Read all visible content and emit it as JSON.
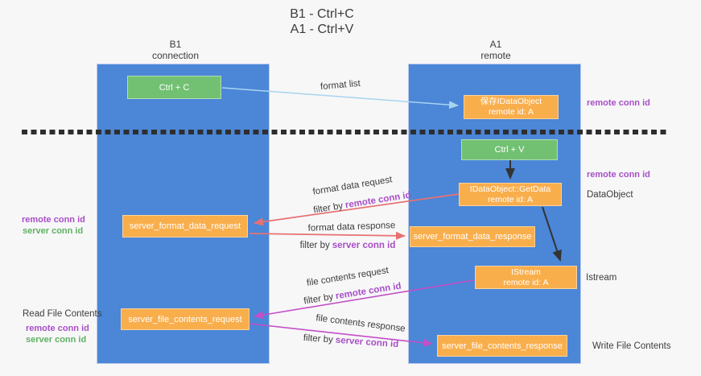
{
  "title": {
    "line1": "B1 - Ctrl+C",
    "line2": "A1 - Ctrl+V"
  },
  "lifelines": {
    "left": {
      "name": "B1",
      "role": "connection"
    },
    "right": {
      "name": "A1",
      "role": "remote"
    }
  },
  "nodes": {
    "ctrl_c": {
      "label": "Ctrl + C"
    },
    "save_dataobject": {
      "line1": "保存IDataObject",
      "line2": "remote id: A"
    },
    "ctrl_v": {
      "label": "Ctrl + V"
    },
    "getdata": {
      "line1": "IDataObject::GetData",
      "line2": "remote id: A"
    },
    "format_request": {
      "label": "server_format_data_request"
    },
    "format_response": {
      "label": "server_format_data_response"
    },
    "istream": {
      "line1": "IStream",
      "line2": "remote id: A"
    },
    "file_request": {
      "label": "server_file_contents_request"
    },
    "file_response": {
      "label": "server_file_contents_response"
    }
  },
  "edges": {
    "format_list": {
      "label": "format list"
    },
    "format_request": {
      "label": "format data request",
      "filter_prefix": "filter by",
      "filter_key": "remote conn id"
    },
    "format_response": {
      "label": "format data response",
      "filter_prefix": "filter by",
      "filter_key": "server conn id"
    },
    "file_request": {
      "label": "file contents request",
      "filter_prefix": "filter by",
      "filter_key": "remote conn id"
    },
    "file_response": {
      "label": "file contents response",
      "filter_prefix": "filter by",
      "filter_key": "server conn id"
    }
  },
  "annotations": {
    "remote_conn_top": "remote conn id",
    "remote_conn_mid": "remote conn id",
    "dataobject": "DataObject",
    "istream": "Istream",
    "write_file": "Write File Contents",
    "read_file": "Read File Contents",
    "format_left": {
      "remote": "remote conn id",
      "server": "server conn id"
    },
    "file_left": {
      "remote": "remote conn id",
      "server": "server conn id"
    }
  },
  "colors": {
    "bg": "#f7f7f8",
    "lifeline": "#4b86d7",
    "orange": "#f9ae4c",
    "green": "#72c173",
    "red": "#e87170",
    "magenta": "#c44fc6",
    "lightblue": "#a9d4f0",
    "black": "#333333",
    "purple": "#a84fc6",
    "textgreen": "#5fb262",
    "dark": "#3c3c3c",
    "dash": "#2e2e2e"
  }
}
